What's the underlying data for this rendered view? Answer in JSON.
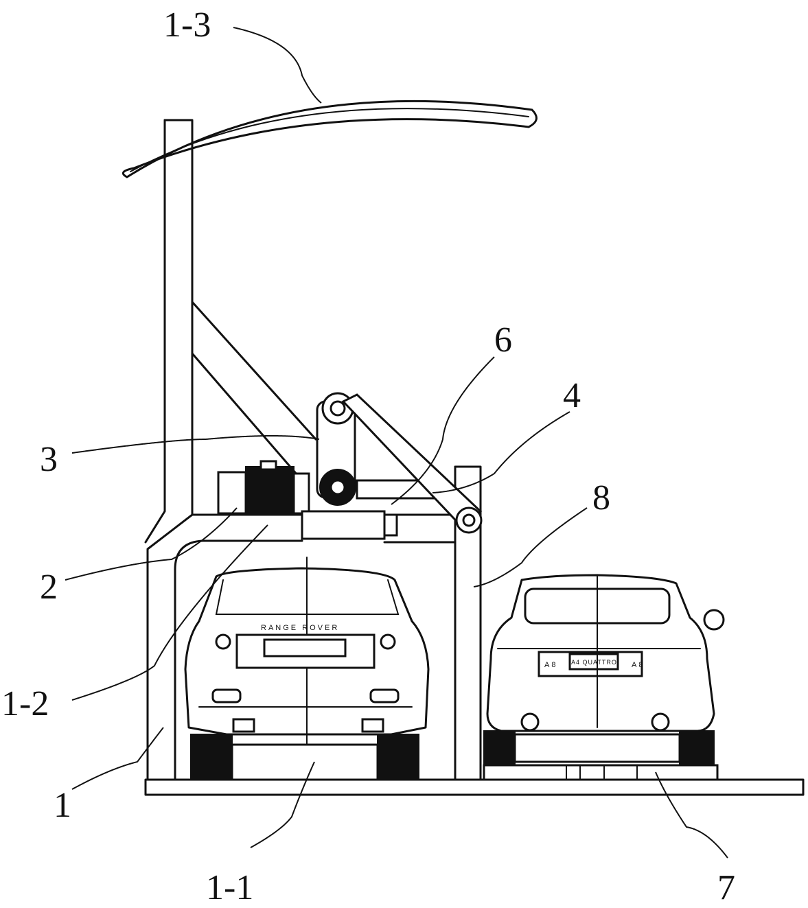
{
  "labels": {
    "l_1_3": "1-3",
    "l_6": "6",
    "l_4": "4",
    "l_3": "3",
    "l_8": "8",
    "l_2": "2",
    "l_1_2": "1-2",
    "l_1": "1",
    "l_1_1": "1-1",
    "l_7": "7"
  },
  "car_text": {
    "left_badge": "RANGE ROVER",
    "right_badge_left": "A8",
    "right_badge_center": "A4 QUATTRO",
    "right_badge_right": "A8"
  },
  "colors": {
    "ink": "#111111",
    "paper": "#ffffff"
  }
}
